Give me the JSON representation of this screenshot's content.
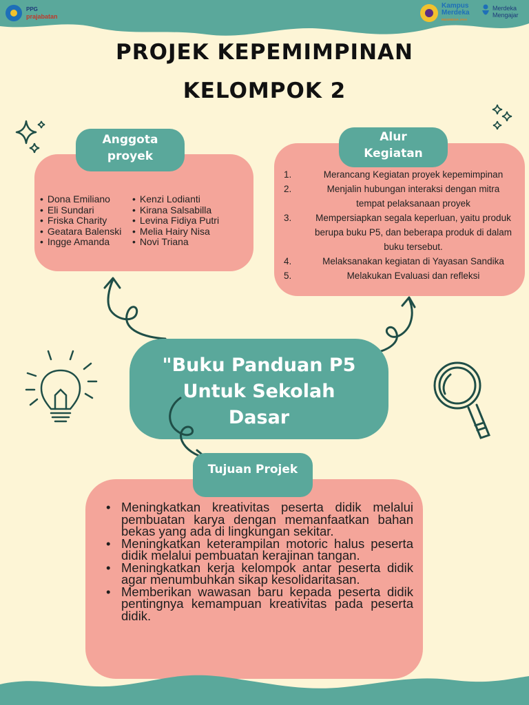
{
  "header": {
    "ppg_logo": {
      "line1": "PPG",
      "line2": "prajabatan"
    },
    "kampus_logo": {
      "line1": "Kampus",
      "line2": "Merdeka",
      "tagline": "INDONESIA JAYA"
    },
    "mm_logo": {
      "line1": "Merdeka",
      "line2": "Mengajar"
    }
  },
  "title": {
    "line1": "PROJEK KEPEMIMPINAN",
    "line2": "KELOMPOK 2"
  },
  "members": {
    "label_line1": "Anggota",
    "label_line2": "proyek",
    "col1": [
      "Dona Emiliano",
      "Eli Sundari",
      "Friska Charity",
      "Geatara Balenski",
      "Ingge Amanda"
    ],
    "col2": [
      "Kenzi Lodianti",
      "Kirana Salsabilla",
      "Levina Fidiya Putri",
      "Melia Hairy Nisa",
      "Novi Triana"
    ]
  },
  "flow": {
    "label_line1": "Alur",
    "label_line2": "Kegiatan",
    "items": [
      {
        "num": "1.",
        "lines": [
          "Merancang Kegiatan proyek kepemimpinan"
        ]
      },
      {
        "num": "2.",
        "lines": [
          "Menjalin hubungan interaksi dengan mitra",
          "tempat pelaksanaan proyek"
        ]
      },
      {
        "num": "3.",
        "lines": [
          "Mempersiapkan segala keperluan, yaitu produk",
          "berupa buku P5, dan beberapa produk di dalam",
          "buku tersebut."
        ]
      },
      {
        "num": "4.",
        "lines": [
          "Melaksanakan kegiatan di  Yayasan Sandika"
        ]
      },
      {
        "num": "5.",
        "lines": [
          "Melakukan Evaluasi dan refleksi"
        ]
      }
    ]
  },
  "center": {
    "line1": "\"Buku Panduan P5",
    "line2": "Untuk Sekolah",
    "line3": "Dasar"
  },
  "goals": {
    "label": "Tujuan Projek",
    "items": [
      "Meningkatkan kreativitas peserta didik melalui pembuatan karya dengan memanfaatkan bahan bekas yang ada di lingkungan sekitar.",
      "Meningkatkan keterampilan motoric halus peserta didik melalui pembuatan kerajinan tangan.",
      "Meningkatkan kerja kelompok antar peserta didik agar menumbuhkan sikap kesolidaritasan.",
      "Memberikan wawasan baru kepada peserta didik pentingnya kemampuan kreativitas pada peserta didik."
    ]
  },
  "colors": {
    "teal": "#5aa89b",
    "pink": "#f4a59a",
    "background": "#fdf5d6",
    "ink": "#1f4e47"
  },
  "icons": [
    "ppg-logo",
    "kampus-merdeka-logo",
    "merdeka-mengajar-logo",
    "sparkle-icon",
    "lightbulb-icon",
    "magnifier-icon",
    "curved-arrow-icon"
  ]
}
